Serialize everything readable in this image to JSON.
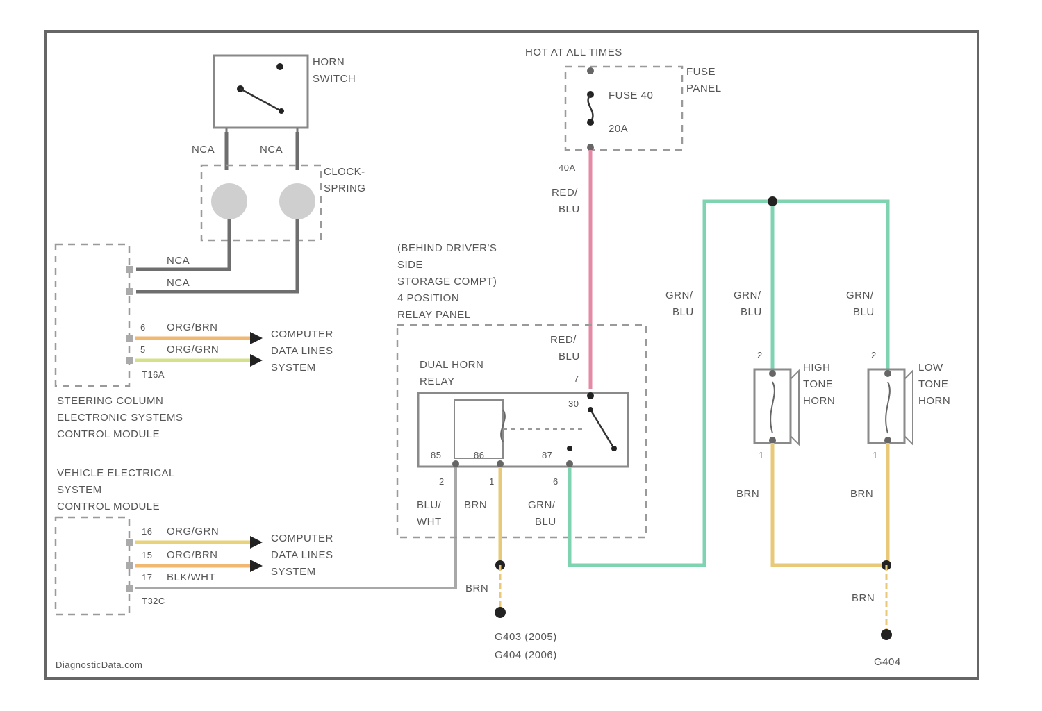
{
  "colors": {
    "frame": "#666666",
    "pink_wire": "#e58aa6",
    "green_wire": "#7fd3b0",
    "yellow_wire": "#e8c97a",
    "orange_wire": "#f0b870",
    "lime_wire": "#d6e08a",
    "gray_wire": "#6e6e6e",
    "light_gray_wire": "#a8a8a8"
  },
  "labels": {
    "horn_switch": [
      "HORN",
      "SWITCH"
    ],
    "nca_left": "NCA",
    "nca_right": "NCA",
    "clockspring": [
      "CLOCK-",
      "SPRING"
    ],
    "nca_upper_wire": "NCA",
    "nca_lower_wire": "NCA",
    "hot_at_all_times": "HOT AT ALL TIMES",
    "fuse_panel": [
      "FUSE",
      "PANEL"
    ],
    "fuse_num": "FUSE 40",
    "fuse_amp": "20A",
    "wire_upper_code": "40A",
    "red_blu_upper": [
      "RED/",
      "BLU"
    ],
    "relay_panel": [
      "(BEHIND DRIVER'S",
      "SIDE",
      "STORAGE COMPT)",
      "4 POSITION",
      "RELAY PANEL"
    ],
    "red_blu_lower": [
      "RED/",
      "BLU"
    ],
    "dual_horn_relay": [
      "DUAL HORN",
      "RELAY"
    ],
    "pin7": "7",
    "pin30": "30",
    "pin85": "85",
    "pin86": "86",
    "pin87": "87",
    "pin2": "2",
    "pin1": "1",
    "pin6": "6",
    "blu_wht": [
      "BLU/",
      "WHT"
    ],
    "brn_relay": "BRN",
    "grn_blu_relay": [
      "GRN/",
      "BLU"
    ],
    "grn_blu_a": [
      "GRN/",
      "BLU"
    ],
    "grn_blu_b": [
      "GRN/",
      "BLU"
    ],
    "grn_blu_c": [
      "GRN/",
      "BLU"
    ],
    "horn_pin2_a": "2",
    "horn_pin2_b": "2",
    "horn_pin1_a": "1",
    "horn_pin1_b": "1",
    "high_tone_horn": [
      "HIGH",
      "TONE",
      "HORN"
    ],
    "low_tone_horn": [
      "LOW",
      "TONE",
      "HORN"
    ],
    "brn_horn_a": "BRN",
    "brn_horn_b": "BRN",
    "brn_lower_left": "BRN",
    "brn_lower_right": "BRN",
    "ground_left": [
      "G403 (2005)",
      "G404 (2006)"
    ],
    "ground_right": "G404",
    "sccm_pin_a": "6",
    "sccm_pin_b": "5",
    "sccm_wire_a": "ORG/BRN",
    "sccm_wire_b": "ORG/GRN",
    "sccm_connector": "T16A",
    "cdl_a": [
      "COMPUTER",
      "DATA LINES",
      "SYSTEM"
    ],
    "sccm": [
      "STEERING COLUMN",
      "ELECTRONIC SYSTEMS",
      "CONTROL MODULE"
    ],
    "vecm": [
      "VEHICLE ELECTRICAL",
      "SYSTEM",
      "CONTROL MODULE"
    ],
    "vecm_pin_a": "16",
    "vecm_pin_b": "15",
    "vecm_pin_c": "17",
    "vecm_wire_a": "ORG/GRN",
    "vecm_wire_b": "ORG/BRN",
    "vecm_wire_c": "BLK/WHT",
    "vecm_connector": "T32C",
    "cdl_b": [
      "COMPUTER",
      "DATA LINES",
      "SYSTEM"
    ],
    "watermark": "DiagnosticData.com"
  }
}
